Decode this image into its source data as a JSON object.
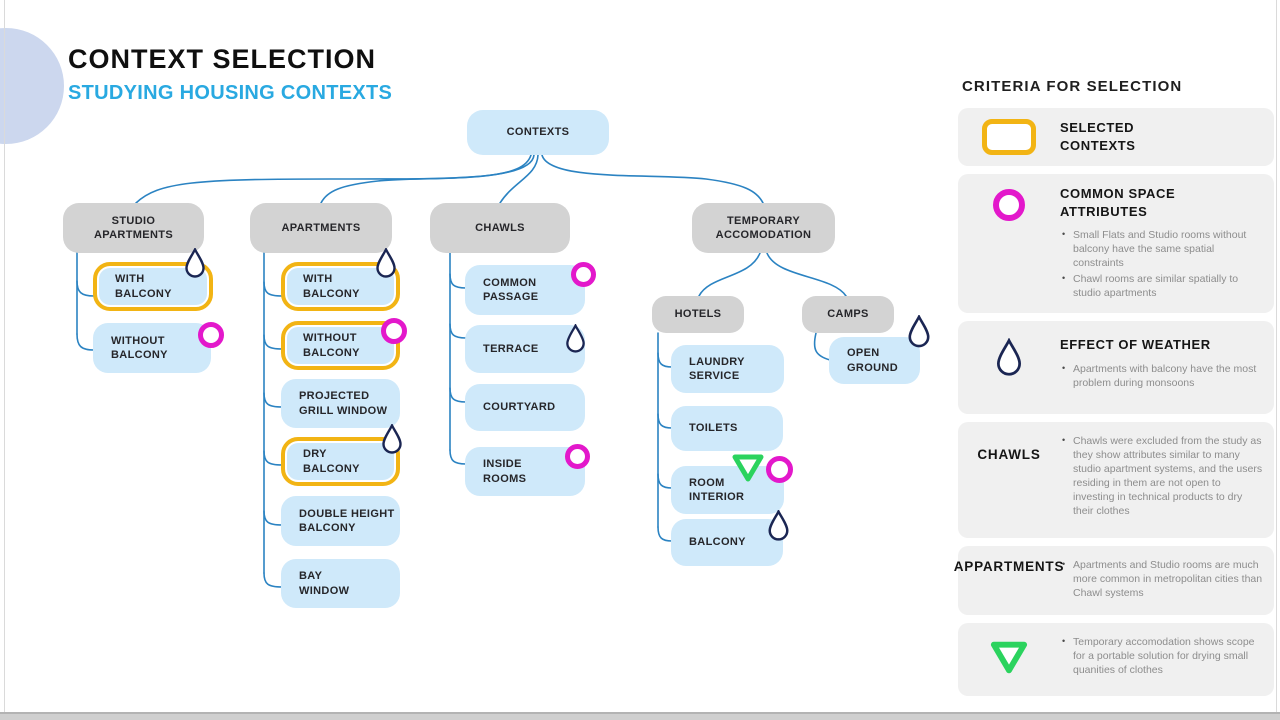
{
  "header": {
    "title": "CONTEXT SELECTION",
    "subtitle": "STUDYING HOUSING CONTEXTS"
  },
  "colors": {
    "selected_yellow": "#F2B414",
    "attribute_magenta": "#E318CB",
    "weather_navy": "#1B2653",
    "temporary_green": "#2BD35E",
    "node_blue": "#CFE9FA",
    "node_gray": "#D3D3D3",
    "connector_blue": "#2B83C2",
    "subtitle_cyan": "#29A9E1",
    "panel_gray": "#F0F0F0"
  },
  "tree": {
    "root": {
      "label": "CONTEXTS"
    },
    "groups": [
      {
        "label": "STUDIO\nAPARTMENTS",
        "children": [
          {
            "label": "WITH\nBALCONY",
            "selected": true,
            "icons": [
              "drop"
            ]
          },
          {
            "label": "WITHOUT\nBALCONY",
            "selected": false,
            "icons": [
              "circle"
            ]
          }
        ]
      },
      {
        "label": "APARTMENTS",
        "children": [
          {
            "label": "WITH\nBALCONY",
            "selected": true,
            "icons": [
              "drop"
            ]
          },
          {
            "label": "WITHOUT\nBALCONY",
            "selected": true,
            "icons": [
              "circle"
            ]
          },
          {
            "label": "PROJECTED\nGRILL WINDOW",
            "selected": false,
            "icons": []
          },
          {
            "label": "DRY\nBALCONY",
            "selected": true,
            "icons": [
              "drop"
            ]
          },
          {
            "label": "DOUBLE HEIGHT\nBALCONY",
            "selected": false,
            "icons": []
          },
          {
            "label": "BAY\nWINDOW",
            "selected": false,
            "icons": []
          }
        ]
      },
      {
        "label": "CHAWLS",
        "children": [
          {
            "label": "COMMON\nPASSAGE",
            "selected": false,
            "icons": [
              "circle"
            ]
          },
          {
            "label": "TERRACE",
            "selected": false,
            "icons": [
              "drop"
            ]
          },
          {
            "label": "COURTYARD",
            "selected": false,
            "icons": []
          },
          {
            "label": "INSIDE\nROOMS",
            "selected": false,
            "icons": [
              "circle"
            ]
          }
        ]
      },
      {
        "label": "TEMPORARY\nACCOMODATION",
        "subgroups": [
          {
            "label": "HOTELS",
            "children": [
              {
                "label": "LAUNDRY\nSERVICE",
                "selected": false,
                "icons": []
              },
              {
                "label": "TOILETS",
                "selected": false,
                "icons": []
              },
              {
                "label": "ROOM\nINTERIOR",
                "selected": false,
                "icons": [
                  "triangle",
                  "circle"
                ]
              },
              {
                "label": "BALCONY",
                "selected": false,
                "icons": [
                  "drop"
                ]
              }
            ]
          },
          {
            "label": "CAMPS",
            "children": [
              {
                "label": "OPEN\nGROUND",
                "selected": false,
                "icons": [
                  "drop"
                ]
              }
            ]
          }
        ]
      }
    ]
  },
  "legend": {
    "heading": "CRITERIA FOR SELECTION",
    "sections": [
      {
        "icon": "selected-rect",
        "title": "SELECTED\nCONTEXTS",
        "bullets": []
      },
      {
        "icon": "circle",
        "title": "COMMON SPACE\nATTRIBUTES",
        "bullets": [
          "Small Flats and Studio rooms without balcony have the same spatial constraints",
          "Chawl rooms are similar spatially to studio apartments"
        ]
      },
      {
        "icon": "drop",
        "title": "EFFECT OF WEATHER",
        "bullets": [
          "Apartments with balcony have the most problem during monsoons"
        ]
      },
      {
        "label": "CHAWLS",
        "bullets": [
          "Chawls were excluded from the study as they show attributes similar to many studio apartment systems, and the users residing in them are not open to investing in technical products to dry their clothes"
        ]
      },
      {
        "label": "APPARTMENTS",
        "bullets": [
          "Apartments and Studio rooms are much more common in metropolitan cities than Chawl systems"
        ]
      },
      {
        "icon": "triangle",
        "bullets": [
          "Temporary accomodation shows scope for a portable solution for drying small quanities of clothes"
        ]
      }
    ]
  }
}
